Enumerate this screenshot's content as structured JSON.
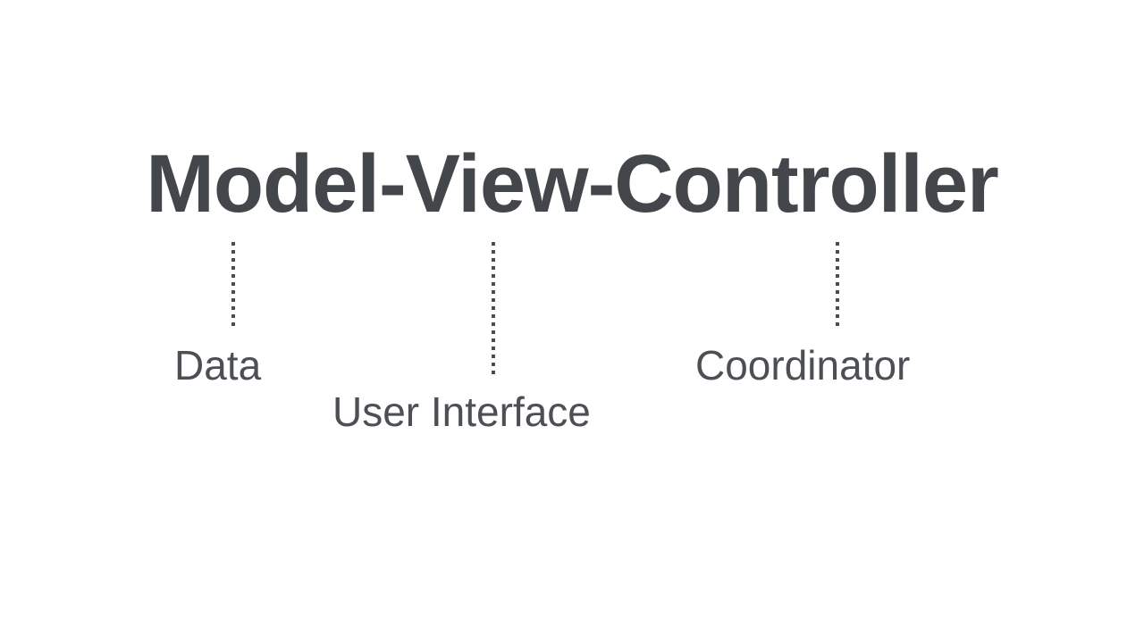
{
  "slide": {
    "background_color": "#ffffff",
    "title": "Model-View-Controller",
    "title_color": "#43464a",
    "label_color": "#4c5055",
    "connector_color": "#4a4d51"
  },
  "diagram": {
    "type": "annotated-term-breakdown",
    "parts": [
      {
        "term": "Model",
        "label": "Data",
        "connector": "dotted-vertical-line"
      },
      {
        "term": "View",
        "label": "User Interface",
        "connector": "dotted-vertical-line"
      },
      {
        "term": "Controller",
        "label": "Coordinator",
        "connector": "dotted-vertical-line"
      }
    ]
  }
}
